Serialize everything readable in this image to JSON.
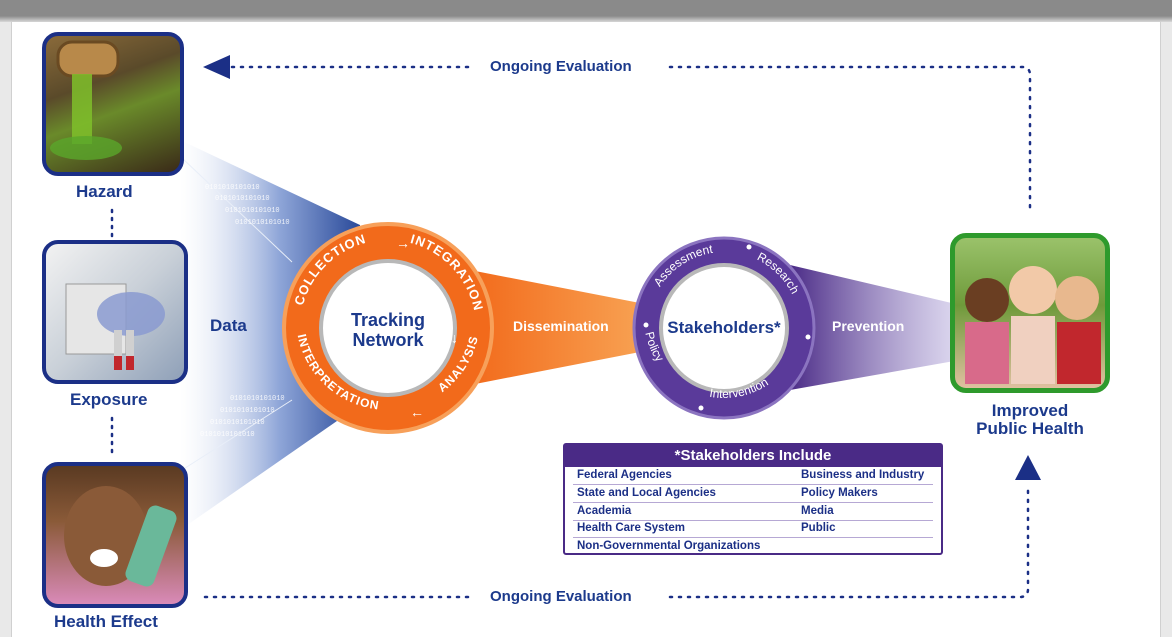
{
  "diagram": {
    "top_loop_label": "Ongoing Evaluation",
    "bottom_loop_label": "Ongoing Evaluation",
    "sources": [
      {
        "label": "Hazard"
      },
      {
        "label": "Exposure"
      },
      {
        "label": "Health Effect"
      }
    ],
    "data_label": "Data",
    "tracking": {
      "center_line1": "Tracking",
      "center_line2": "Network",
      "ring_words": [
        "COLLECTION",
        "INTEGRATION",
        "ANALYSIS",
        "INTERPRETATION"
      ]
    },
    "dissemination_label": "Dissemination",
    "stakeholders": {
      "center": "Stakeholders*",
      "ring_words": [
        "Assessment",
        "Research",
        "Intervention",
        "Policy"
      ]
    },
    "prevention_label": "Prevention",
    "outcome": {
      "line1": "Improved",
      "line2": "Public Health"
    },
    "stakeholders_box": {
      "title": "*Stakeholders Include",
      "rows": [
        {
          "left": "Federal Agencies",
          "right": "Business and Industry"
        },
        {
          "left": "State and Local Agencies",
          "right": "Policy Makers"
        },
        {
          "left": "Academia",
          "right": "Media"
        },
        {
          "left": "Health Care System",
          "right": "Public"
        },
        {
          "left": "Non-Governmental Organizations",
          "right": ""
        }
      ]
    },
    "binary_text": "0101010101010",
    "colors": {
      "navy": "#1b2f86",
      "orange": "#f26a1b",
      "purple": "#5a3a9a",
      "green": "#2e9a2c",
      "dot_blue": "#1b2f86"
    }
  }
}
